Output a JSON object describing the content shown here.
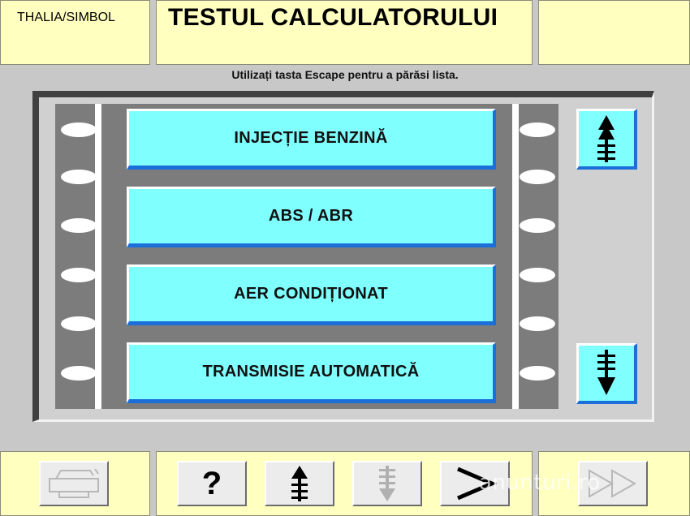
{
  "header": {
    "app_name": "THALIA/SIMBOL",
    "title": "TESTUL CALCULATORULUI"
  },
  "instruction": "Utilizați tasta Escape pentru a părăsi lista.",
  "list": {
    "items": [
      {
        "label": "INJECȚIE BENZINĂ"
      },
      {
        "label": "ABS / ABR"
      },
      {
        "label": "AER CONDIȚIONAT"
      },
      {
        "label": "TRANSMISIE AUTOMATICĂ"
      }
    ]
  },
  "scroll": {
    "up_icon": "scroll-up-icon",
    "down_icon": "scroll-down-icon"
  },
  "toolbar": {
    "help_label": "?",
    "icons": [
      "printer-icon",
      "help-icon",
      "page-up-icon",
      "page-down-icon",
      "next-icon",
      "fast-forward-icon"
    ]
  },
  "watermark": "anunturi.ro",
  "colors": {
    "panel": "#ffffc0",
    "button": "#80ffff",
    "button_shadow": "#1c6fd8",
    "background": "#c8c8c8"
  }
}
